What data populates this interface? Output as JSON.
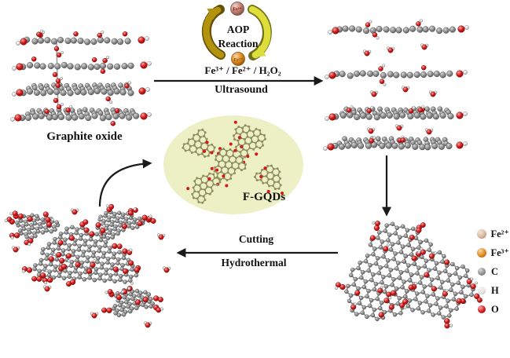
{
  "labels": {
    "graphite_oxide": "Graphite oxide",
    "aop_line1": "AOP",
    "aop_line2": "Reaction",
    "cycle_top_ion": "Fe²⁺",
    "cycle_bottom_ion": "Fe³⁺",
    "right_arrow_top": "Fe³⁺ / Fe²⁺ / H₂O₂",
    "right_arrow_bottom": "Ultrasound",
    "left_arrow_top": "Cutting",
    "left_arrow_bottom": "Hydrothermal",
    "fgqds": "F-GQDs"
  },
  "legend": {
    "items": [
      {
        "label": "Fe²⁺",
        "color": "#dcb69e"
      },
      {
        "label": "Fe³⁺",
        "color": "#e2891b"
      },
      {
        "label": "C",
        "color": "#8f8f8f"
      },
      {
        "label": "H",
        "color": "#e8e8e8"
      },
      {
        "label": "O",
        "color": "#d81616"
      }
    ]
  },
  "colors": {
    "carbon": "#8f8f8f",
    "hydrogen": "#e8e8e8",
    "oxygen": "#d81616",
    "fe2": "#dcb69e",
    "fe3": "#e2891b",
    "cycle_top_ball": "#c97f72",
    "cycle_bottom_ball": "#e2891b",
    "cycle_arrow_left": "#b3920e",
    "cycle_arrow_right": "#dede3a",
    "ellipse_fill": "#edf0c4",
    "arrow": "#1a1a1a"
  }
}
